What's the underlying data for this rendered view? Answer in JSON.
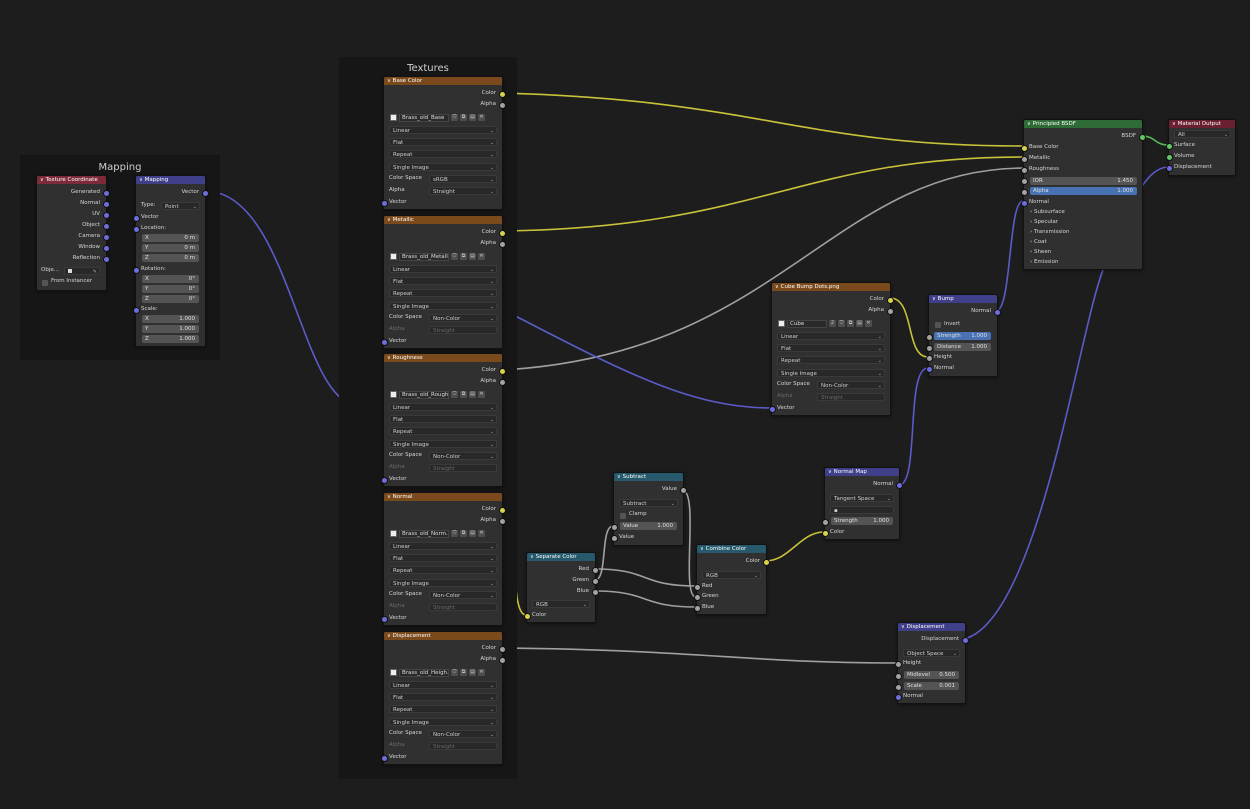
{
  "frames": {
    "mapping_title": "Mapping",
    "textures_title": "Textures"
  },
  "texcoord": {
    "title": "Texture Coordinate",
    "outputs": [
      "Generated",
      "Normal",
      "UV",
      "Object",
      "Camera",
      "Window",
      "Reflection"
    ],
    "object_label": "Obje...",
    "from_instancer": "From Instancer"
  },
  "mapping": {
    "title": "Mapping",
    "output": "Vector",
    "type_label": "Type:",
    "type_value": "Point",
    "vector": "Vector",
    "location_label": "Location:",
    "location": [
      {
        "a": "X",
        "v": "0 m"
      },
      {
        "a": "Y",
        "v": "0 m"
      },
      {
        "a": "Z",
        "v": "0 m"
      }
    ],
    "rotation_label": "Rotation:",
    "rotation": [
      {
        "a": "X",
        "v": "0°"
      },
      {
        "a": "Y",
        "v": "0°"
      },
      {
        "a": "Z",
        "v": "0°"
      }
    ],
    "scale_label": "Scale:",
    "scale": [
      {
        "a": "X",
        "v": "1.000"
      },
      {
        "a": "Y",
        "v": "1.000"
      },
      {
        "a": "Z",
        "v": "1.000"
      }
    ]
  },
  "tex_common": {
    "color": "Color",
    "alpha": "Alpha",
    "linear": "Linear",
    "flat": "Flat",
    "repeat": "Repeat",
    "single_image": "Single Image",
    "color_space": "Color Space",
    "alpha_label": "Alpha",
    "straight": "Straight",
    "vector": "Vector"
  },
  "tex_nodes": [
    {
      "title": "Base Color",
      "image": "Brass_old_Base ...",
      "colorspace": "sRGB"
    },
    {
      "title": "Metallic",
      "image": "Brass_old_Metall...",
      "colorspace": "Non-Color"
    },
    {
      "title": "Roughness",
      "image": "Brass_old_Rough...",
      "colorspace": "Non-Color"
    },
    {
      "title": "Normal",
      "image": "Brass_old_Norm...",
      "colorspace": "Non-Color"
    },
    {
      "title": "Displacement",
      "image": "Brass_old_Heigh...",
      "colorspace": "Non-Color"
    }
  ],
  "cube_bump": {
    "title": "Cube Bump Dots.png",
    "image": "Cube Bump...",
    "users": "2",
    "colorspace": "Non-Color"
  },
  "bump": {
    "title": "Bump",
    "output": "Normal",
    "invert": "Invert",
    "strength_label": "Strength",
    "strength": "1.000",
    "distance_label": "Distance",
    "distance": "1.000",
    "height": "Height",
    "normal": "Normal"
  },
  "principled": {
    "title": "Principled BSDF",
    "output": "BSDF",
    "inputs": [
      "Base Color",
      "Metallic",
      "Roughness"
    ],
    "ior_label": "IOR",
    "ior": "1.450",
    "alpha_label": "Alpha",
    "alpha": "1.000",
    "normal": "Normal",
    "panels": [
      "Subsurface",
      "Specular",
      "Transmission",
      "Coat",
      "Sheen",
      "Emission"
    ]
  },
  "material_output": {
    "title": "Material Output",
    "target": "All",
    "inputs": [
      "Surface",
      "Volume",
      "Displacement"
    ]
  },
  "subtract": {
    "title": "Subtract",
    "output": "Value",
    "operation": "Subtract",
    "clamp": "Clamp",
    "value_label": "Value",
    "value": "1.000",
    "input": "Value"
  },
  "separate": {
    "title": "Separate Color",
    "outputs": [
      "Red",
      "Green",
      "Blue"
    ],
    "mode": "RGB",
    "input": "Color"
  },
  "combine": {
    "title": "Combine Color",
    "output": "Color",
    "mode": "RGB",
    "inputs": [
      "Red",
      "Green",
      "Blue"
    ]
  },
  "normal_map": {
    "title": "Normal Map",
    "output": "Normal",
    "space": "Tangent Space",
    "strength_label": "Strength",
    "strength": "1.000",
    "color": "Color"
  },
  "displacement": {
    "title": "Displacement",
    "output": "Displacement",
    "space": "Object Space",
    "height": "Height",
    "midlevel_label": "Midlevel",
    "midlevel": "0.500",
    "scale_label": "Scale",
    "scale": "0.001",
    "normal": "Normal"
  },
  "colors": {
    "link_yellow": "#c8c23a",
    "link_gray": "#a0a0a0",
    "link_blue": "#5b5bc9",
    "link_green": "#54b954"
  }
}
